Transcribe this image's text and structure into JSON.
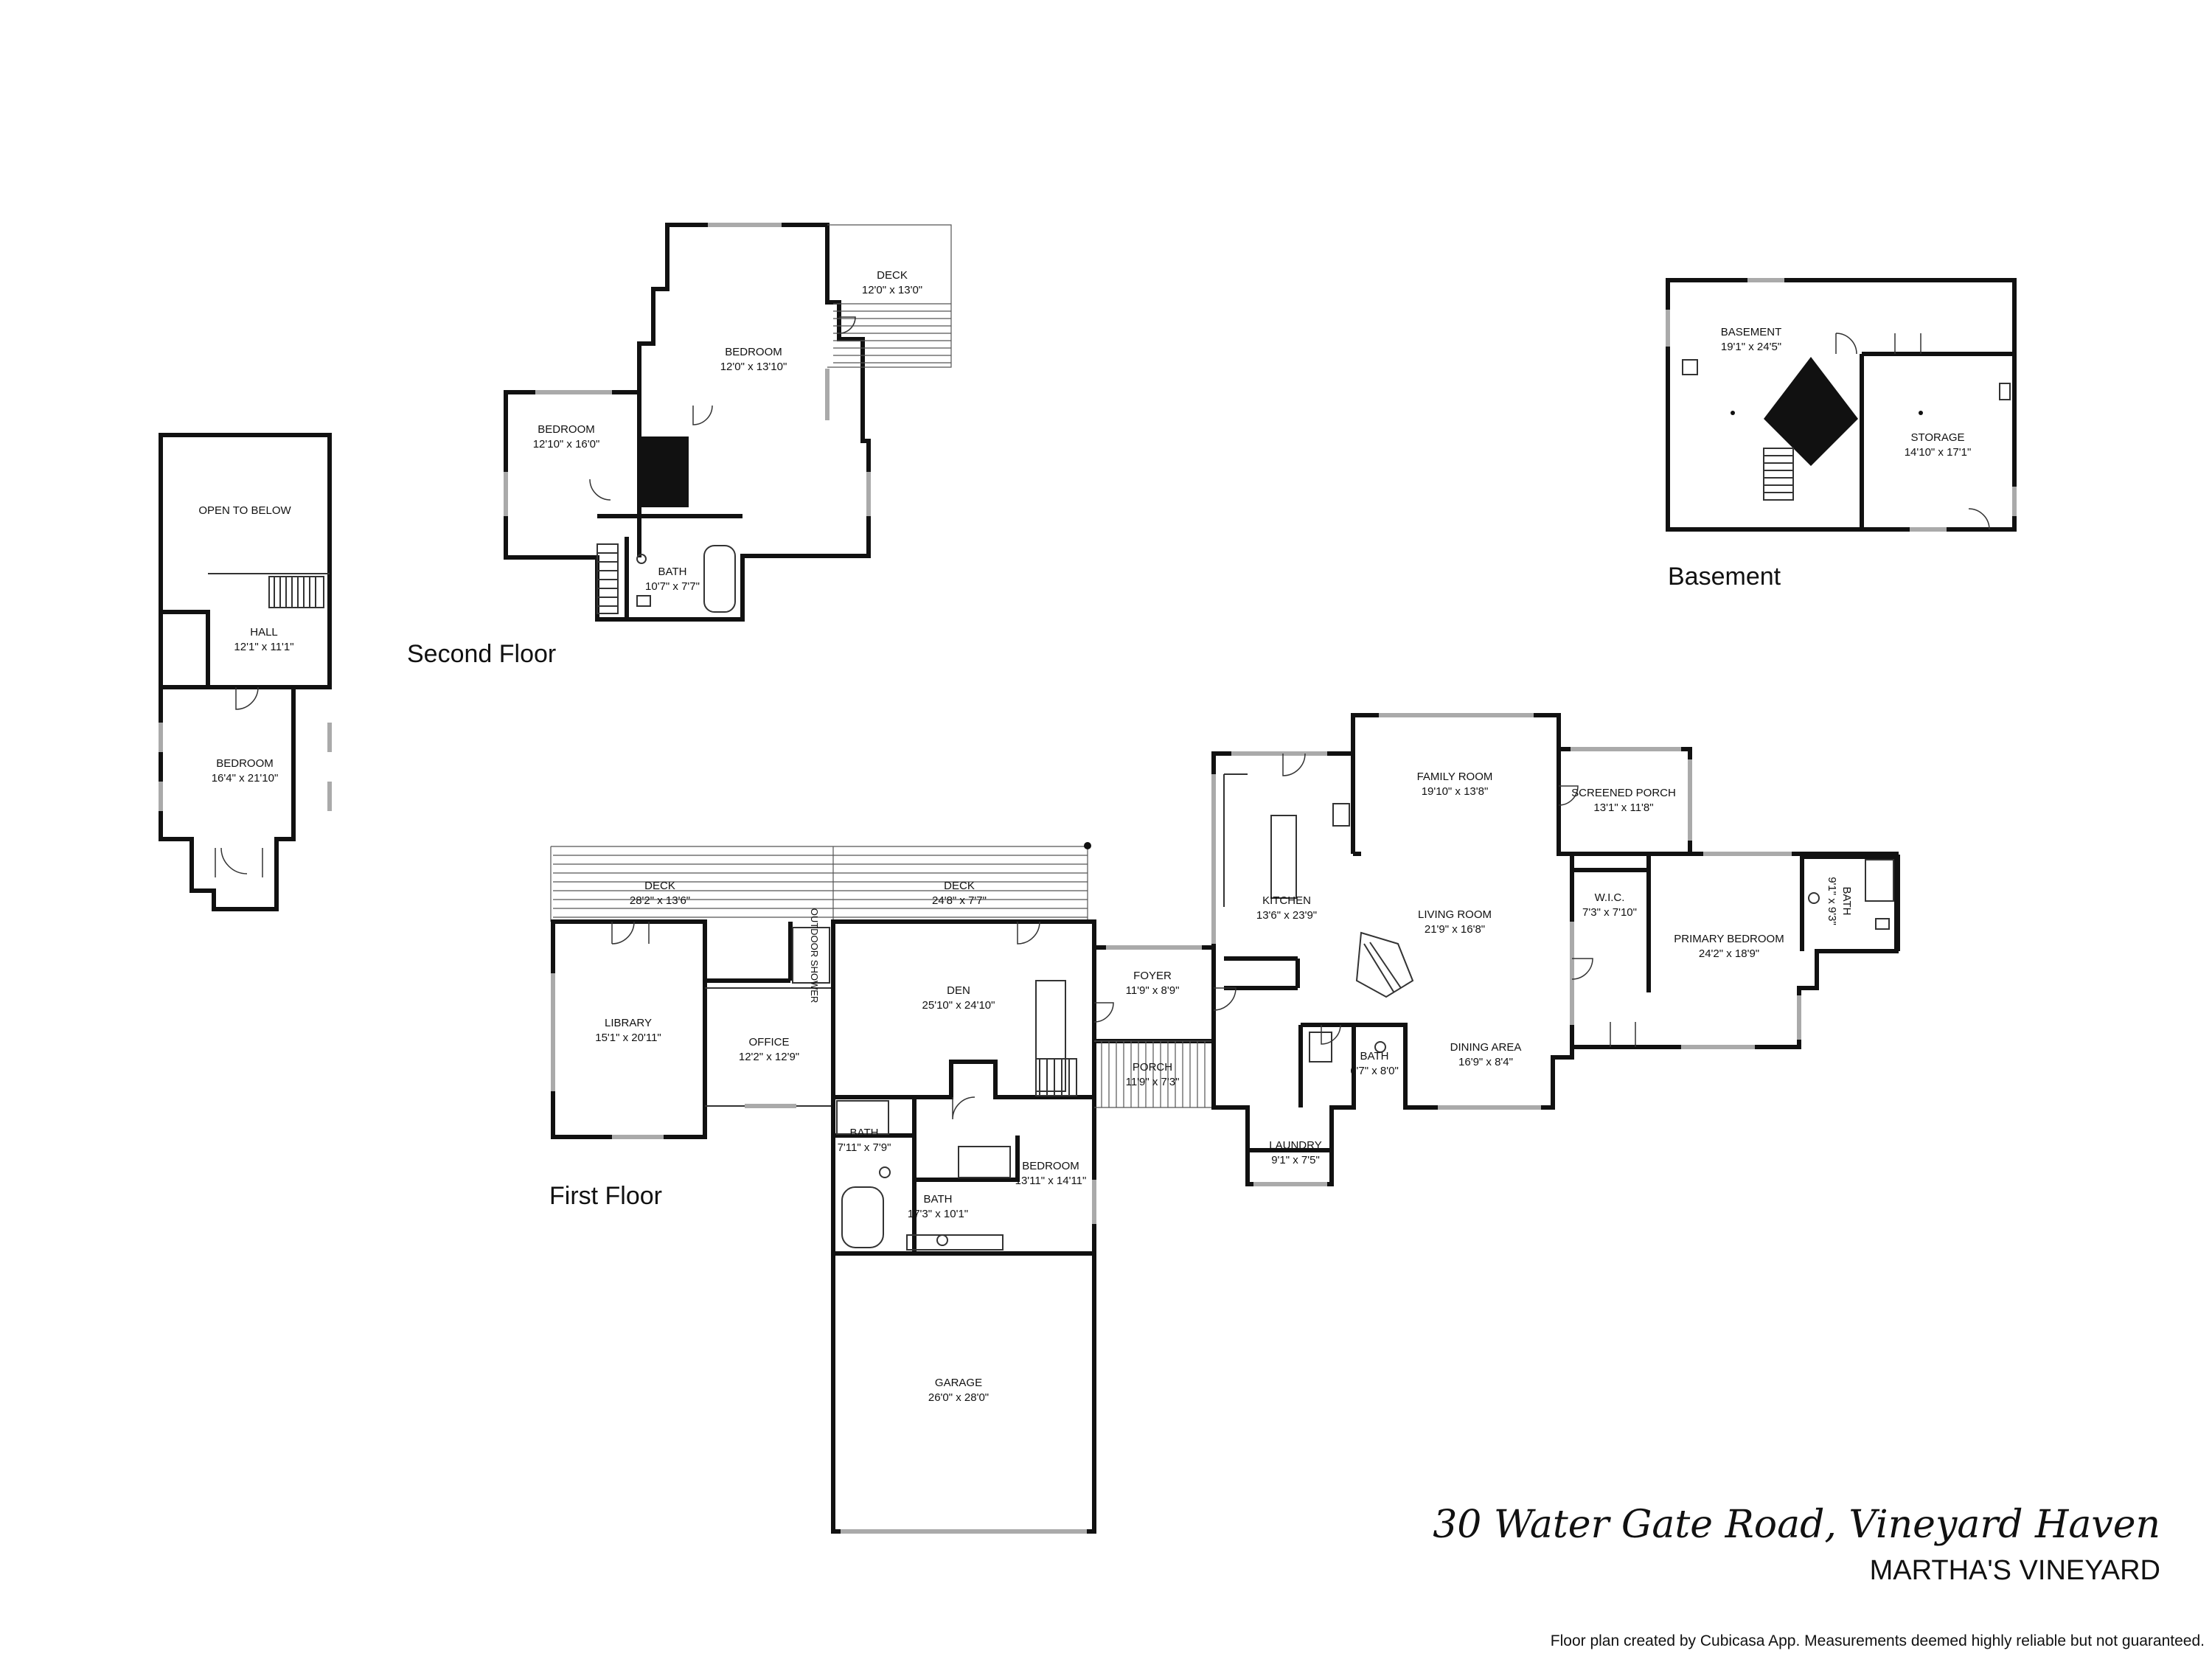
{
  "floors": {
    "second_floor": "Second Floor",
    "basement": "Basement",
    "first_floor": "First Floor"
  },
  "rooms": {
    "upper_open": {
      "name": "OPEN TO BELOW"
    },
    "upper_hall": {
      "name": "HALL",
      "dim": "12'1\" x 11'1\""
    },
    "upper_bedroom": {
      "name": "BEDROOM",
      "dim": "16'4\" x 21'10\""
    },
    "second_deck": {
      "name": "DECK",
      "dim": "12'0\" x 13'0\""
    },
    "second_bedroom_a": {
      "name": "BEDROOM",
      "dim": "12'0\" x 13'10\""
    },
    "second_bedroom_b": {
      "name": "BEDROOM",
      "dim": "12'10\" x 16'0\""
    },
    "second_bath": {
      "name": "BATH",
      "dim": "10'7\" x 7'7\""
    },
    "basement": {
      "name": "BASEMENT",
      "dim": "19'1\" x 24'5\""
    },
    "storage": {
      "name": "STORAGE",
      "dim": "14'10\" x 17'1\""
    },
    "deck_left": {
      "name": "DECK",
      "dim": "28'2\" x 13'6\""
    },
    "deck_right": {
      "name": "DECK",
      "dim": "24'8\" x 7'7\""
    },
    "outdoor_shower": {
      "name": "OUTDOOR SHOWER"
    },
    "library": {
      "name": "LIBRARY",
      "dim": "15'1\" x 20'11\""
    },
    "office": {
      "name": "OFFICE",
      "dim": "12'2\" x 12'9\""
    },
    "den": {
      "name": "DEN",
      "dim": "25'10\" x 24'10\""
    },
    "bath_small": {
      "name": "BATH",
      "dim": "7'11\" x 7'9\""
    },
    "bath_large": {
      "name": "BATH",
      "dim": "17'3\" x 10'1\""
    },
    "bedroom_first": {
      "name": "BEDROOM",
      "dim": "13'11\" x 14'11\""
    },
    "garage": {
      "name": "GARAGE",
      "dim": "26'0\" x 28'0\""
    },
    "foyer": {
      "name": "FOYER",
      "dim": "11'9\" x 8'9\""
    },
    "porch": {
      "name": "PORCH",
      "dim": "11'9\" x 7'3\""
    },
    "kitchen": {
      "name": "KITCHEN",
      "dim": "13'6\" x 23'9\""
    },
    "family_room": {
      "name": "FAMILY ROOM",
      "dim": "19'10\" x 13'8\""
    },
    "living_room": {
      "name": "LIVING ROOM",
      "dim": "21'9\" x 16'8\""
    },
    "dining_area": {
      "name": "DINING AREA",
      "dim": "16'9\" x 8'4\""
    },
    "bath_first": {
      "name": "BATH",
      "dim": "6'7\" x 8'0\""
    },
    "laundry": {
      "name": "LAUNDRY",
      "dim": "9'1\" x 7'5\""
    },
    "screened_porch": {
      "name": "SCREENED PORCH",
      "dim": "13'1\" x 11'8\""
    },
    "wic": {
      "name": "W.I.C.",
      "dim": "7'3\" x 7'10\""
    },
    "primary_bedroom": {
      "name": "PRIMARY BEDROOM",
      "dim": "24'2\" x 18'9\""
    },
    "primary_bath": {
      "name": "BATH",
      "dim": "9'1\" x 9'3\""
    }
  },
  "address": "30 Water Gate Road, Vineyard Haven",
  "region": "MARTHA'S VINEYARD",
  "credit": "Floor plan created by Cubicasa App. Measurements deemed highly reliable but not guaranteed."
}
